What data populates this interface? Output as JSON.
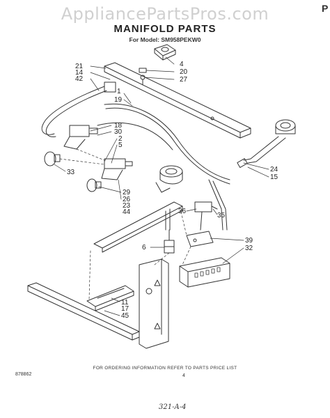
{
  "watermark": "AppliancePartsPros.com",
  "corner_mark": "P",
  "title": "MANIFOLD PARTS",
  "model_line": "For Model: SM958PEKW0",
  "callouts": {
    "c21": "21",
    "c14": "14",
    "c42": "42",
    "c4": "4",
    "c20": "20",
    "c27": "27",
    "c1": "1",
    "c19": "19",
    "c18": "18",
    "c30": "30",
    "c2": "2",
    "c5": "5",
    "c33": "33",
    "c29": "29",
    "c26": "26",
    "c23": "23",
    "c44": "44",
    "c24": "24",
    "c15": "15",
    "c36": "36",
    "c35": "35",
    "c6": "6",
    "c39": "39",
    "c32": "32",
    "c11": "11",
    "c17": "17",
    "c45": "45"
  },
  "footer": {
    "note": "FOR ORDERING INFORMATION REFER TO PARTS PRICE LIST",
    "doc_number": "878862",
    "page": "4",
    "handwritten": "321-A-4"
  }
}
